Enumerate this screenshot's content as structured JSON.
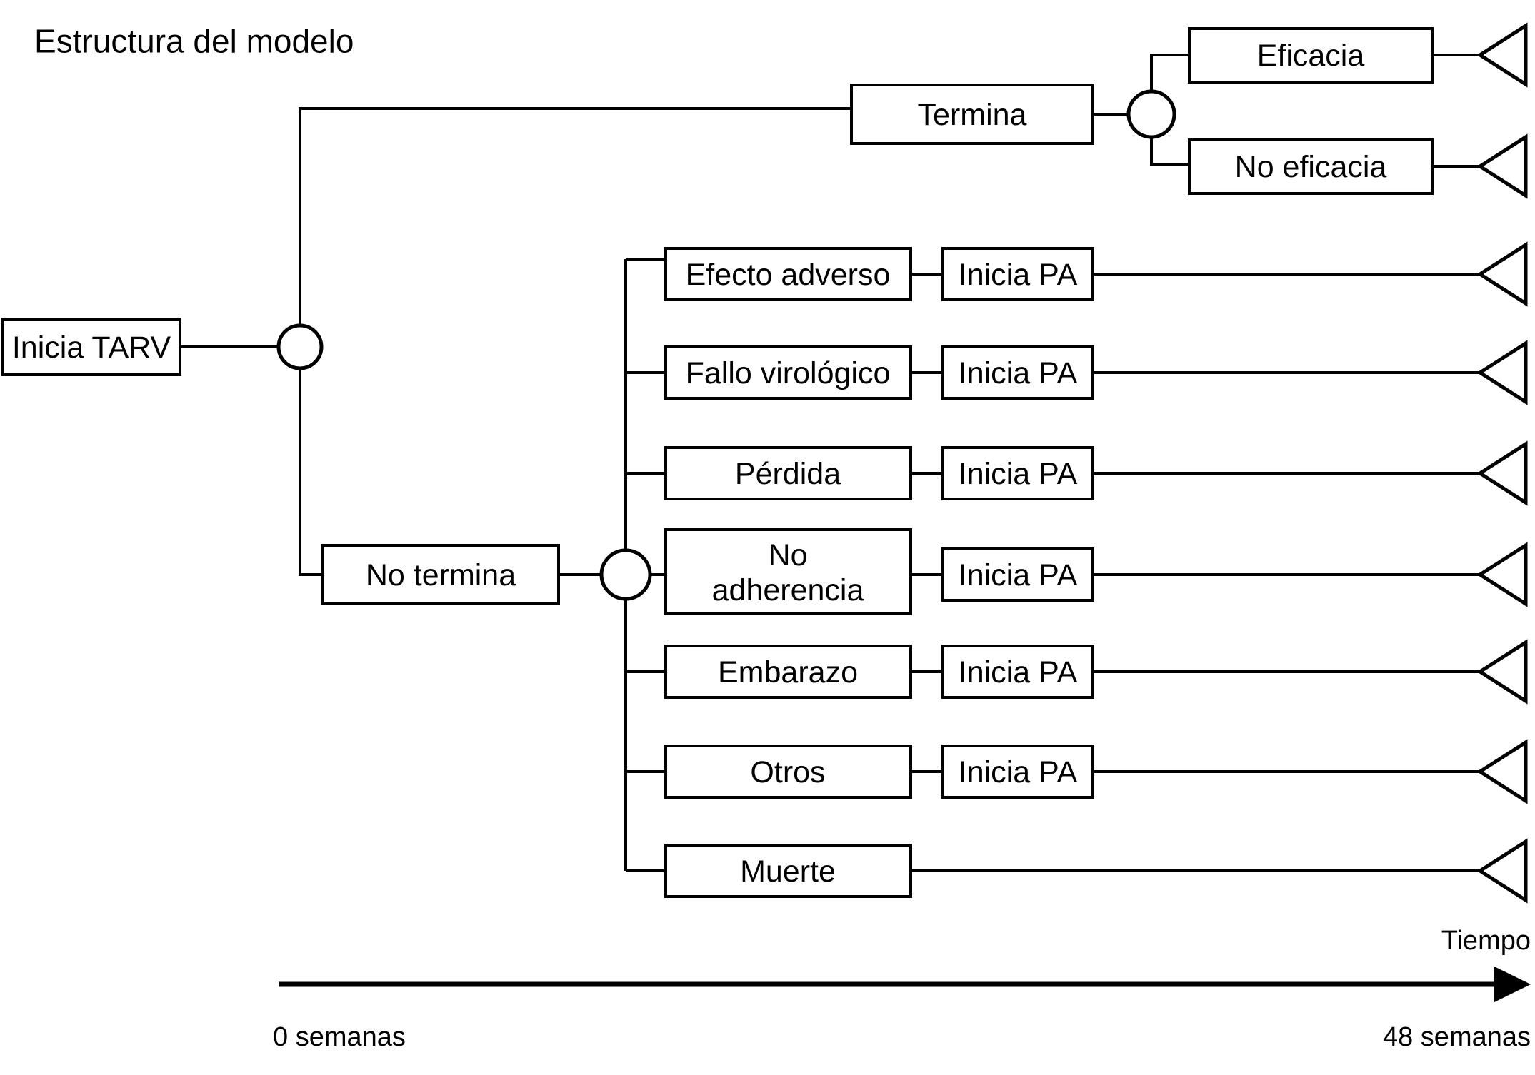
{
  "title": "Estructura del modelo",
  "diagram_type": "decision-tree",
  "root": {
    "label": "Inicia TARV",
    "node_kind": "decision-start"
  },
  "branches": {
    "termina": {
      "label": "Termina",
      "outcomes": [
        {
          "label": "Eficacia",
          "terminal": "terminal-node"
        },
        {
          "label": "No eficacia",
          "terminal": "terminal-node"
        }
      ]
    },
    "no_termina": {
      "label": "No termina",
      "reasons": [
        {
          "label": "Efecto adverso",
          "next": "Inicia PA",
          "terminal": "terminal-node"
        },
        {
          "label": "Fallo virológico",
          "next": "Inicia PA",
          "terminal": "terminal-node"
        },
        {
          "label": "Pérdida",
          "next": "Inicia PA",
          "terminal": "terminal-node"
        },
        {
          "label": "No adherencia",
          "label_line1": "No",
          "label_line2": "adherencia",
          "next": "Inicia PA",
          "terminal": "terminal-node"
        },
        {
          "label": "Embarazo",
          "next": "Inicia PA",
          "terminal": "terminal-node"
        },
        {
          "label": "Otros",
          "next": "Inicia PA",
          "terminal": "terminal-node"
        },
        {
          "label": "Muerte",
          "next": null,
          "terminal": "terminal-node"
        }
      ]
    }
  },
  "timeline": {
    "axis_label": "Tiempo",
    "start_label": "0 semanas",
    "end_label": "48 semanas"
  },
  "colors": {
    "stroke": "#000000",
    "fill": "#ffffff",
    "text": "#000000"
  }
}
